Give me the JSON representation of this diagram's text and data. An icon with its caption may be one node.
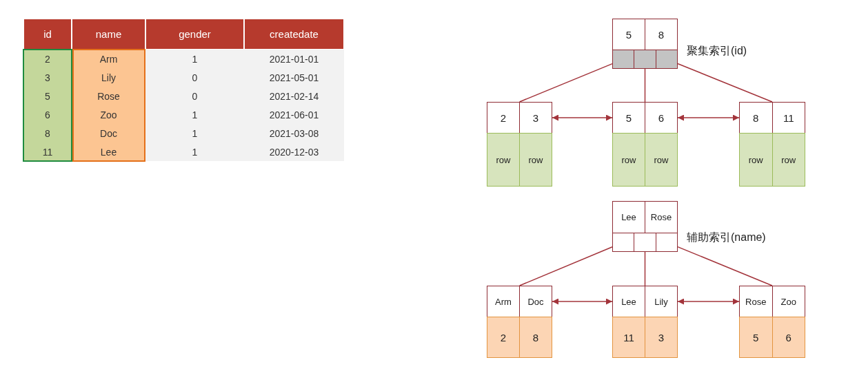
{
  "diagram": {
    "nodes": [
      {
        "text": [
          "5",
          "8"
        ]
      },
      {
        "text": [],
        "shape": "box"
      },
      {
        "text": [],
        "shape": "box"
      },
      {
        "text": [],
        "shape": "box"
      },
      {
        "text": [
          "2",
          "3"
        ]
      },
      {
        "text": [
          "row",
          "row"
        ]
      },
      {
        "text": [
          "5",
          "6"
        ]
      },
      {
        "text": [
          "row",
          "row"
        ]
      },
      {
        "text": [
          "8",
          "11"
        ]
      },
      {
        "text": [
          "row",
          "row"
        ]
      },
      {
        "text": [
          "Lee",
          "Rose"
        ]
      },
      {
        "text": [],
        "shape": "box"
      },
      {
        "text": [],
        "shape": "box"
      },
      {
        "text": [],
        "shape": "box"
      },
      {
        "text": [
          "Arm",
          "Doc"
        ]
      },
      {
        "text": [
          "2",
          "8"
        ]
      },
      {
        "text": [
          "Lee",
          "Lily"
        ]
      },
      {
        "text": [
          "11",
          "3"
        ]
      },
      {
        "text": [
          "Rose",
          "Zoo"
        ]
      },
      {
        "text": [
          "5",
          "6"
        ]
      }
    ],
    "edges": [
      {
        "from": 1,
        "to": 4,
        "arrow": "none"
      },
      {
        "from": 2,
        "to": 6,
        "arrow": "none"
      },
      {
        "from": 3,
        "to": 8,
        "arrow": "none"
      },
      {
        "from": 4,
        "to": 6,
        "arrow": "both"
      },
      {
        "from": 6,
        "to": 8,
        "arrow": "both"
      },
      {
        "from": 11,
        "to": 14,
        "arrow": "none"
      },
      {
        "from": 12,
        "to": 16,
        "arrow": "none"
      },
      {
        "from": 13,
        "to": 18,
        "arrow": "none"
      },
      {
        "from": 14,
        "to": 16,
        "arrow": "both"
      },
      {
        "from": 16,
        "to": 18,
        "arrow": "both"
      }
    ],
    "labels": [
      "id",
      "name",
      "gender",
      "createdate",
      "2",
      "Arm",
      "1",
      "2021-01-01",
      "3",
      "Lily",
      "0",
      "2021-05-01",
      "5",
      "Rose",
      "0",
      "2021-02-14",
      "6",
      "Zoo",
      "1",
      "2021-06-01",
      "8",
      "Doc",
      "1",
      "2021-03-08",
      "11",
      "Lee",
      "1",
      "2020-12-03",
      "聚集索引(id)",
      "辅助索引(name)"
    ]
  }
}
